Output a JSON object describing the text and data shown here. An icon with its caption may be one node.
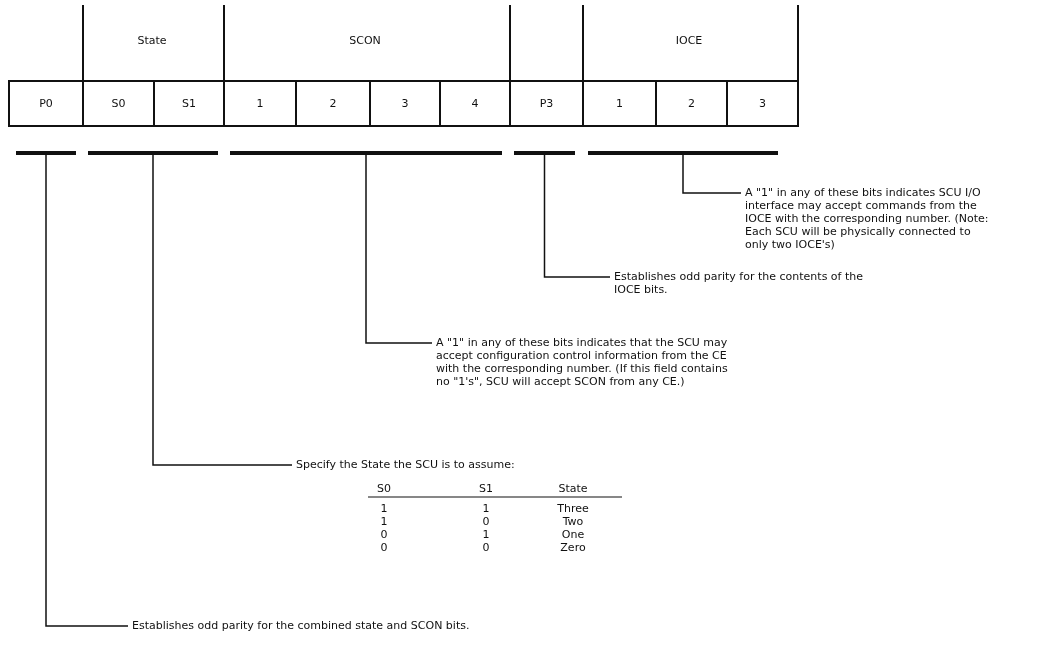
{
  "diagram": {
    "nodes": [
      {
        "text": [
          "P0"
        ]
      },
      {
        "text": [
          "S0"
        ]
      },
      {
        "text": [
          "S1"
        ]
      },
      {
        "text": [
          "1"
        ]
      },
      {
        "text": [
          "2"
        ]
      },
      {
        "text": [
          "3"
        ]
      },
      {
        "text": [
          "4"
        ]
      },
      {
        "text": [
          "P3"
        ]
      },
      {
        "text": [
          "1"
        ]
      },
      {
        "text": [
          "2"
        ]
      },
      {
        "text": [
          "3"
        ]
      },
      {
        "text": [],
        "shape": "bar"
      },
      {
        "text": [],
        "shape": "bar"
      },
      {
        "text": [],
        "shape": "bar"
      },
      {
        "text": [],
        "shape": "bar"
      },
      {
        "text": [],
        "shape": "bar"
      },
      {
        "text": [
          "A \"1\" in any of these bits indicates SCU I/O interface may accept commands from the IOCE with the corresponding number. (Note: Each SCU will be physically connected to only two IOCE's)"
        ]
      },
      {
        "text": [
          "Establishes odd parity for the contents of the IOCE bits."
        ]
      },
      {
        "text": [
          "A \"1\" in any of these bits indicates that the SCU may accept configuration control information from the CE with the corresponding number. (If this field contains no \"1's\", SCU will accept SCON from any CE.)"
        ]
      },
      {
        "text": [
          "Specify the State the SCU is to assume:"
        ]
      },
      {
        "text": [
          "Establishes odd parity for the combined state and SCON bits."
        ]
      }
    ],
    "edges": [
      {
        "from": 15,
        "to": 16,
        "arrow": "none"
      },
      {
        "from": 14,
        "to": 17,
        "arrow": "none"
      },
      {
        "from": 13,
        "to": 18,
        "arrow": "none"
      },
      {
        "from": 12,
        "to": 19,
        "arrow": "none"
      },
      {
        "from": 11,
        "to": 20,
        "arrow": "none"
      }
    ],
    "labels": [
      "State",
      "SCON",
      "IOCE",
      "S0",
      "S1",
      "State",
      "1",
      "1",
      "Three",
      "1",
      "0",
      "Two",
      "0",
      "1",
      "One",
      "0",
      "0",
      "Zero"
    ]
  }
}
